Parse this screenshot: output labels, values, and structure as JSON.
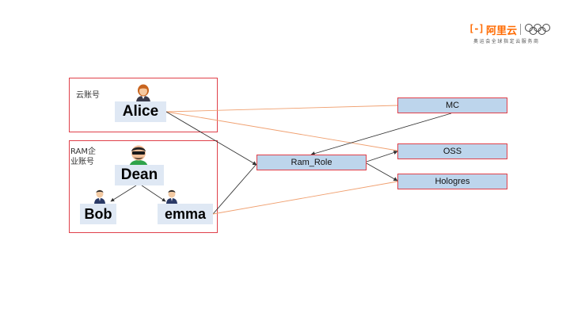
{
  "logo": {
    "mark": "[-]",
    "brand": "阿里云",
    "tagline": "奥运会全球指定云服务商",
    "icon": "olympic-rings-icon",
    "brand_color": "#ff6a00"
  },
  "groups": {
    "cloud_account": {
      "label": "云账号"
    },
    "ram_account": {
      "label": "RAM企业账号"
    }
  },
  "users": {
    "alice": {
      "name": "Alice",
      "icon": "user-female-icon"
    },
    "dean": {
      "name": "Dean",
      "icon": "user-admin-icon"
    },
    "bob": {
      "name": "Bob",
      "icon": "user-icon"
    },
    "emma": {
      "name": "emma",
      "icon": "user-icon"
    }
  },
  "role": {
    "label": "Ram_Role"
  },
  "services": {
    "mc": {
      "label": "MC"
    },
    "oss": {
      "label": "OSS"
    },
    "hologres": {
      "label": "Hologres"
    }
  },
  "colors": {
    "frame_border": "#e0404a",
    "name_box_fill": "#dfe8f4",
    "service_box_fill": "#bdd5ec",
    "dark_connector": "#333333",
    "orange_connector": "#f0a070"
  }
}
